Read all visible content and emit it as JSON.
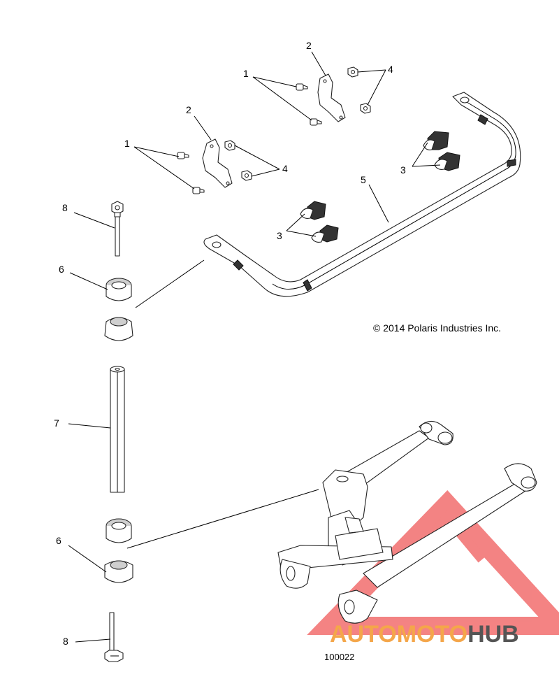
{
  "callouts": {
    "c1a": "1",
    "c1b": "1",
    "c2a": "2",
    "c2b": "2",
    "c3a": "3",
    "c3b": "3",
    "c4a": "4",
    "c4b": "4",
    "c5": "5",
    "c6a": "6",
    "c6b": "6",
    "c7": "7",
    "c8a": "8",
    "c8b": "8"
  },
  "copyright": "© 2014 Polaris Industries Inc.",
  "part_number": "100022",
  "watermark": {
    "part1": "AUTOMOTO",
    "part2": "HUB",
    "color_logo": "#f05a5a",
    "color_text1": "#f4a64a",
    "color_text2": "#555555"
  }
}
